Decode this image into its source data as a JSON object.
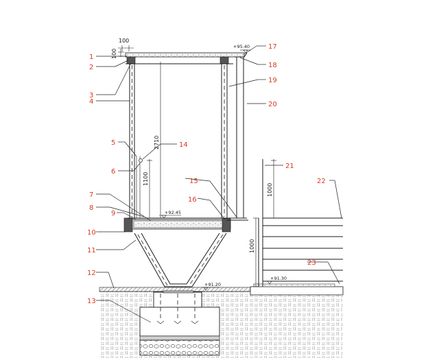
{
  "callouts": [
    "1",
    "2",
    "3",
    "4",
    "5",
    "6",
    "7",
    "8",
    "9",
    "10",
    "11",
    "12",
    "13",
    "14",
    "15",
    "16",
    "17",
    "18",
    "19",
    "20",
    "21",
    "22",
    "23"
  ],
  "dimensions": {
    "top_width": "100",
    "top_height": "100",
    "interior_height": "2710",
    "rail_height": "1100",
    "guard_height": "1000",
    "lower_height": "1000"
  },
  "levels": {
    "roof": "+95.40",
    "floor": "+92.45",
    "foundation_top": "+91.20",
    "ground": "+91.30"
  },
  "colors": {
    "callout": "#d9381e",
    "line": "#1a1a1a",
    "hatch": "#8a8a8a"
  }
}
